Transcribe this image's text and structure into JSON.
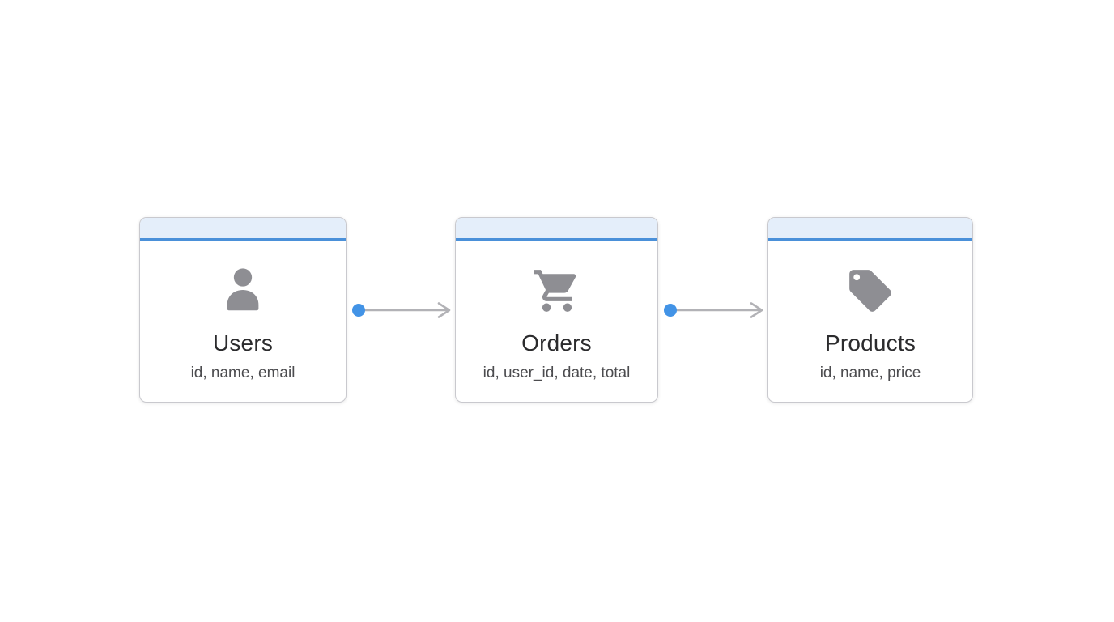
{
  "diagram": {
    "entities": [
      {
        "name": "Users",
        "fields": "id, name, email",
        "icon": "user-icon"
      },
      {
        "name": "Orders",
        "fields": "id, user_id, date, total",
        "icon": "cart-icon"
      },
      {
        "name": "Products",
        "fields": "id, name, price",
        "icon": "tag-icon"
      }
    ],
    "connections": [
      {
        "from": "Users",
        "to": "Orders",
        "style": "blue-dot-to-gray-arrow"
      },
      {
        "from": "Orders",
        "to": "Products",
        "style": "blue-dot-to-gray-arrow"
      }
    ],
    "colors": {
      "canvas_background": "#ffffff",
      "card_background": "#ffffff",
      "card_border": "#c9c9ce",
      "header_fill": "#e4eefa",
      "header_accent": "#4a90d9",
      "icon_gray": "#8e8e93",
      "title_text": "#2b2b2d",
      "fields_text": "#4c4c4f",
      "connector_line": "#b2b2b6",
      "connector_dot": "#4293e6"
    }
  }
}
